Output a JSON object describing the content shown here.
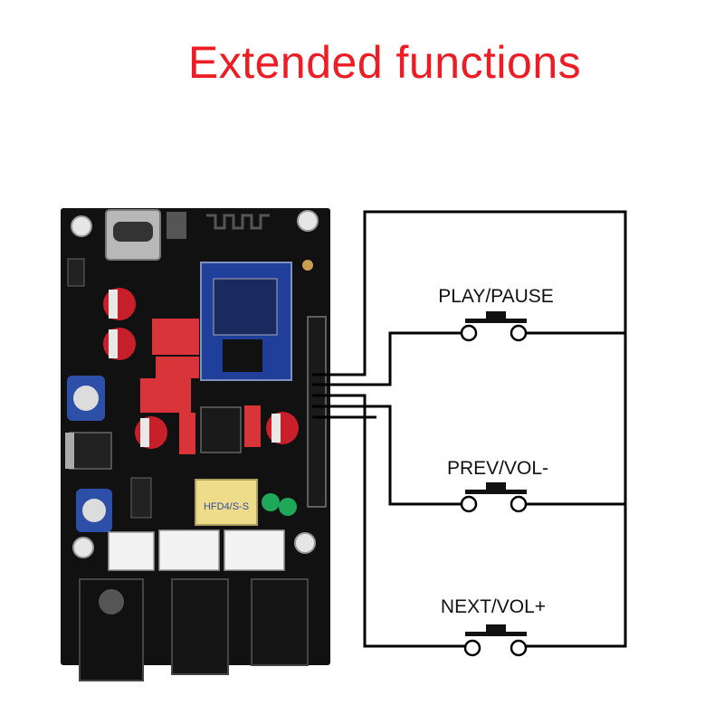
{
  "title": "Extended functions",
  "colors": {
    "title": "#ee1c24",
    "wire": "#000000",
    "pcb": "#111111",
    "capacitor_red": "#c8202a",
    "capacitor_blue": "#2d4fa8",
    "bluetooth_module": "#1f3f9a",
    "film_capacitor": "#d8343a"
  },
  "buttons": [
    {
      "label": "PLAY/PAUSE"
    },
    {
      "label": "PREV/VOL-"
    },
    {
      "label": "NEXT/VOL+"
    }
  ],
  "board": {
    "bluetooth_module": "bluetooth-module",
    "relay_label": "HFD4/S-S",
    "connectors": 3,
    "audio_jacks": 2,
    "pin_header": "pin-header"
  }
}
